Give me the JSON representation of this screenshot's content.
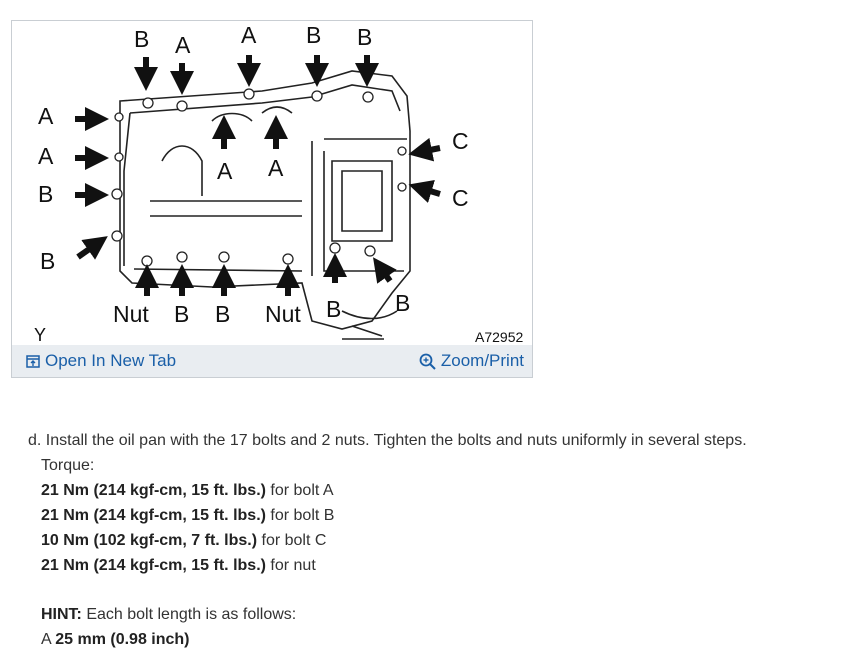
{
  "figure": {
    "callouts": {
      "top": [
        "B",
        "A",
        "A",
        "B",
        "B"
      ],
      "inner": [
        "A",
        "A"
      ],
      "left": [
        "A",
        "A",
        "B",
        "B"
      ],
      "right": [
        "C",
        "C"
      ],
      "bottom": [
        "Nut",
        "B",
        "B",
        "Nut",
        "B",
        "B"
      ]
    },
    "corner_label": "Y",
    "figure_number": "A72952",
    "open_tab_label": "Open In New Tab",
    "zoom_label": "Zoom/Print",
    "open_tab_icon": "open-new-tab-icon",
    "zoom_icon": "zoom-magnifier-icon",
    "link_color": "#1a5fa8"
  },
  "instructions": {
    "step": "d. Install the oil pan with the 17 bolts and 2 nuts. Tighten the bolts and nuts uniformly in several steps.",
    "torque_label": "Torque:",
    "torques": [
      {
        "value": "21 Nm (214 kgf-cm, 15 ft. lbs.)",
        "target": " for bolt A"
      },
      {
        "value": "21 Nm (214 kgf-cm, 15 ft. lbs.)",
        "target": " for bolt B"
      },
      {
        "value": "10 Nm (102 kgf-cm, 7 ft. lbs.)",
        "target": " for bolt C"
      },
      {
        "value": "21 Nm (214 kgf-cm, 15 ft. lbs.)",
        "target": " for nut"
      }
    ],
    "hint_label": "HINT:",
    "hint_text": " Each bolt length is as follows:",
    "lengths": [
      {
        "bolt": "A ",
        "value": "25 mm (0.98 inch)"
      }
    ]
  }
}
